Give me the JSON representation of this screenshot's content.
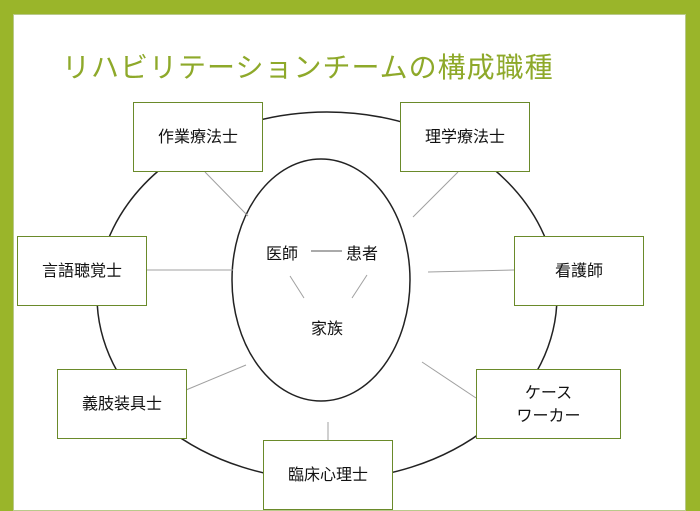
{
  "title": "リハビリテーションチームの構成職種",
  "center": {
    "doctor": "医師",
    "patient": "患者",
    "family": "家族"
  },
  "professions": {
    "occupational_therapist": "作業療法士",
    "physical_therapist": "理学療法士",
    "speech_therapist": "言語聴覚士",
    "nurse": "看護師",
    "prosthetist": "義肢装具士",
    "caseworker": "ケース\nワーカー",
    "clinical_psychologist": "臨床心理士"
  },
  "colors": {
    "frame": "#9ab52a",
    "title": "#8ea92a",
    "box_border": "#6a8a2a",
    "line": "#a0a0a0",
    "ellipse": "#222222"
  }
}
